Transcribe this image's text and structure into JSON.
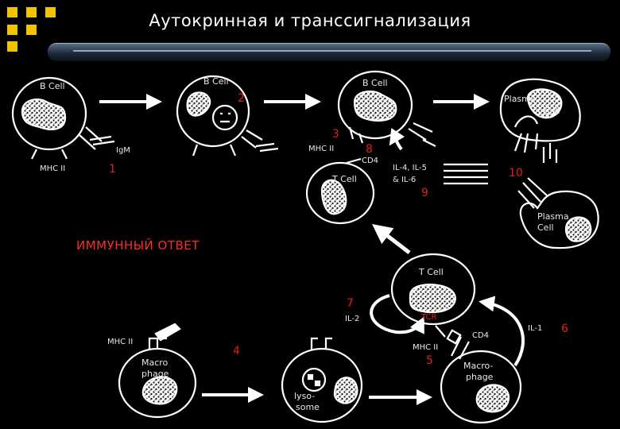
{
  "title": "Аутокринная и транссигнализация",
  "response_label": "ИММУННЫЙ ОТВЕТ",
  "cells": {
    "b_cell": "B Cell",
    "t_cell": "T Cell",
    "plasma_cell_line1": "Plasma",
    "plasma_cell_line2": "Cell",
    "macrophage_line1": "Macro",
    "macrophage_line2": "phage",
    "macrophage2_line1": "Macro-",
    "macrophage2_line2": "phage",
    "lysosome_line1": "lyso-",
    "lysosome_line2": "some"
  },
  "labels": {
    "mhc_ii": "MHC II",
    "igm": "IgM",
    "cd4": "CD4",
    "il4_line1": "IL-4, IL-5",
    "il4_line2": "& IL-6",
    "il2": "IL-2",
    "il1": "IL-1",
    "tcr": "TCR"
  },
  "steps": [
    "1",
    "2",
    "3",
    "4",
    "5",
    "6",
    "7",
    "8",
    "9",
    "10"
  ],
  "colors": {
    "background": "#000000",
    "accent_squares": "#f2c400",
    "numbers": "#e0201a",
    "lines": "#ffffff"
  }
}
